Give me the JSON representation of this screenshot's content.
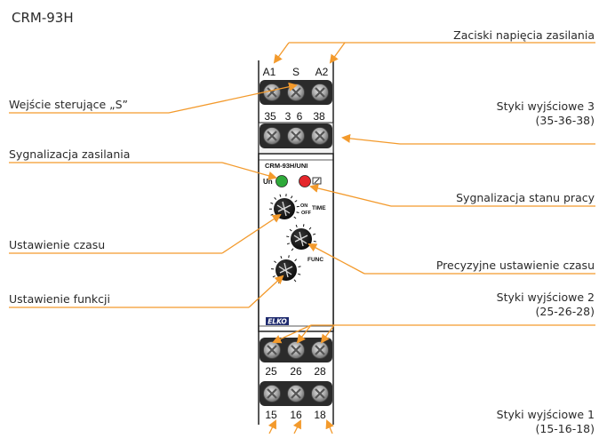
{
  "title": "CRM-93H",
  "device": {
    "model": "CRM-93H/UNI",
    "led_un": "Un",
    "time_label": "TIME",
    "func_label": "FUNC",
    "on_label": "ON",
    "off_label": "OFF",
    "logo": "ELKO",
    "top_terminals": [
      "A1",
      "S",
      "A2"
    ],
    "upper_terminals": [
      "35",
      "3",
      "6",
      "38"
    ],
    "middle_terminals": [
      "25",
      "26",
      "28"
    ],
    "bottom_terminals": [
      "15",
      "16",
      "18"
    ],
    "led_colors": {
      "un": "#2eaa3a",
      "state": "#e5262b"
    }
  },
  "labels": {
    "power_terminals": "Zaciski napięcia zasilania",
    "control_input": "Wejście sterujące „S”",
    "output3": "Styki wyjściowe 3",
    "output3_pins": "(35-36-38)",
    "power_signal": "Sygnalizacja zasilania",
    "state_signal": "Sygnalizacja stanu pracy",
    "time_setting": "Ustawienie czasu",
    "fine_time": "Precyzyjne ustawienie czasu",
    "function_setting": "Ustawienie funkcji",
    "output2": "Styki wyjściowe 2",
    "output2_pins": "(25-26-28)",
    "output1": "Styki wyjściowe 1",
    "output1_pins": "(15-16-18)"
  },
  "colors": {
    "leader": "#f39a2c",
    "text": "#2a2a2a",
    "housing_edge": "#222222"
  }
}
